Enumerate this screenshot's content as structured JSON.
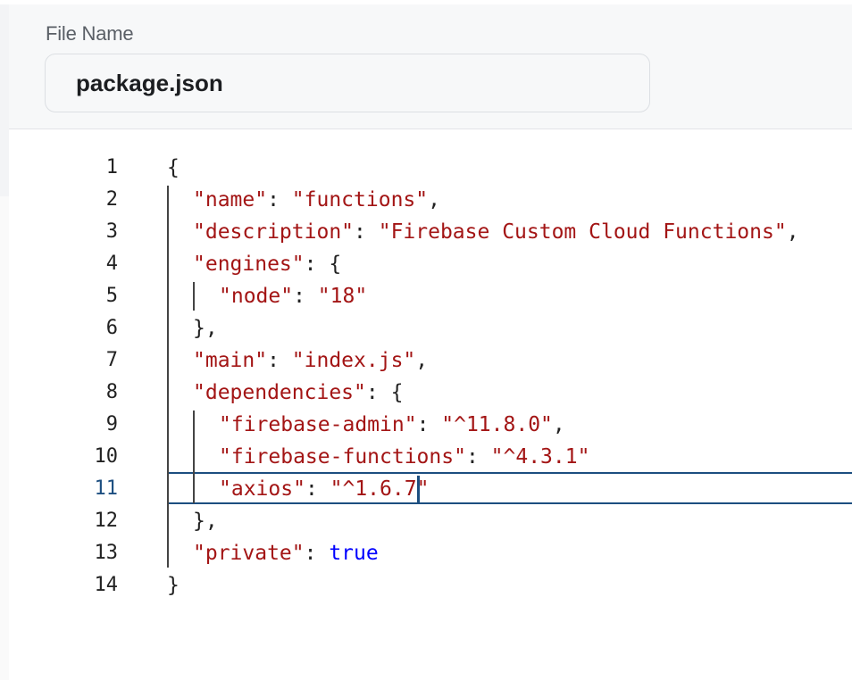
{
  "form": {
    "field_label": "File Name",
    "file_name": "package.json"
  },
  "editor": {
    "active_line": 11,
    "lines": [
      {
        "num": "1",
        "tokens": [
          {
            "t": "punc",
            "v": "{"
          }
        ]
      },
      {
        "num": "2",
        "tokens": [
          {
            "t": "key",
            "v": "\"name\""
          },
          {
            "t": "punc",
            "v": ": "
          },
          {
            "t": "str",
            "v": "\"functions\""
          },
          {
            "t": "punc",
            "v": ","
          }
        ]
      },
      {
        "num": "3",
        "tokens": [
          {
            "t": "key",
            "v": "\"description\""
          },
          {
            "t": "punc",
            "v": ": "
          },
          {
            "t": "str",
            "v": "\"Firebase Custom Cloud Functions\""
          },
          {
            "t": "punc",
            "v": ","
          }
        ]
      },
      {
        "num": "4",
        "tokens": [
          {
            "t": "key",
            "v": "\"engines\""
          },
          {
            "t": "punc",
            "v": ": {"
          }
        ]
      },
      {
        "num": "5",
        "tokens": [
          {
            "t": "key",
            "v": "\"node\""
          },
          {
            "t": "punc",
            "v": ": "
          },
          {
            "t": "str",
            "v": "\"18\""
          }
        ]
      },
      {
        "num": "6",
        "tokens": [
          {
            "t": "punc",
            "v": "},"
          }
        ]
      },
      {
        "num": "7",
        "tokens": [
          {
            "t": "key",
            "v": "\"main\""
          },
          {
            "t": "punc",
            "v": ": "
          },
          {
            "t": "str",
            "v": "\"index.js\""
          },
          {
            "t": "punc",
            "v": ","
          }
        ]
      },
      {
        "num": "8",
        "tokens": [
          {
            "t": "key",
            "v": "\"dependencies\""
          },
          {
            "t": "punc",
            "v": ": {"
          }
        ]
      },
      {
        "num": "9",
        "tokens": [
          {
            "t": "key",
            "v": "\"firebase-admin\""
          },
          {
            "t": "punc",
            "v": ": "
          },
          {
            "t": "str",
            "v": "\"^11.8.0\""
          },
          {
            "t": "punc",
            "v": ","
          }
        ]
      },
      {
        "num": "10",
        "tokens": [
          {
            "t": "key",
            "v": "\"firebase-functions\""
          },
          {
            "t": "punc",
            "v": ": "
          },
          {
            "t": "str",
            "v": "\"^4.3.1\""
          }
        ]
      },
      {
        "num": "11",
        "tokens": [
          {
            "t": "key",
            "v": "\"axios\""
          },
          {
            "t": "punc",
            "v": ": "
          },
          {
            "t": "str",
            "v": "\"^1.6.7\""
          }
        ]
      },
      {
        "num": "12",
        "tokens": [
          {
            "t": "punc",
            "v": "},"
          }
        ]
      },
      {
        "num": "13",
        "tokens": [
          {
            "t": "key",
            "v": "\"private\""
          },
          {
            "t": "punc",
            "v": ": "
          },
          {
            "t": "bool",
            "v": "true"
          }
        ]
      },
      {
        "num": "14",
        "tokens": [
          {
            "t": "punc",
            "v": "}"
          }
        ]
      }
    ]
  },
  "colors": {
    "string": "#a31515",
    "boolean": "#0000ff",
    "active_line_border": "#1c4e80"
  }
}
